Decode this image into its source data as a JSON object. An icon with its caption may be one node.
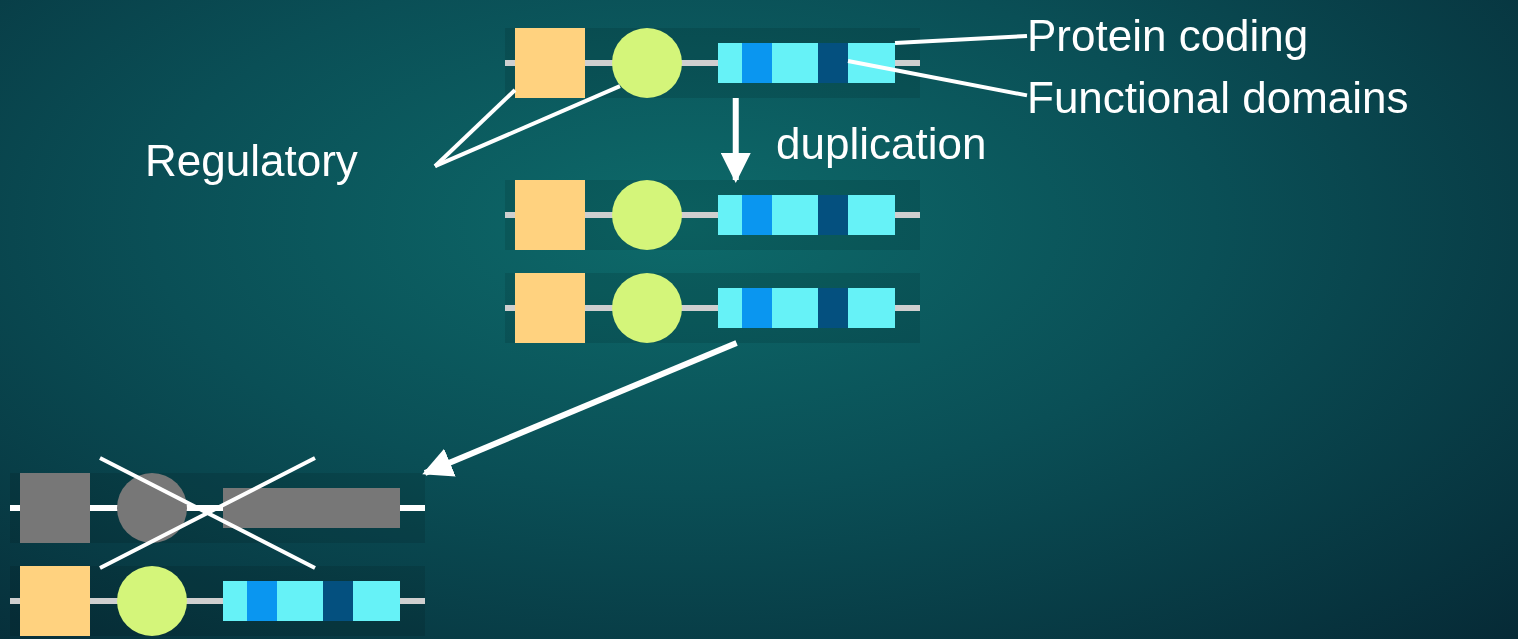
{
  "diagram": {
    "nodes": [
      {
        "text": [
          "Protein coding"
        ]
      },
      {
        "text": [
          "Functional domains"
        ]
      },
      {
        "text": [
          "Regulatory"
        ]
      },
      {
        "text": [],
        "shape": "bar"
      },
      {
        "text": [],
        "shape": "box",
        "in": 3
      },
      {
        "text": [],
        "shape": "circle",
        "in": 3
      },
      {
        "text": [],
        "shape": "bar",
        "in": 3
      },
      {
        "text": [],
        "shape": "box",
        "in": 6
      },
      {
        "text": [],
        "shape": "bar"
      },
      {
        "text": [],
        "shape": "bar"
      },
      {
        "text": [],
        "shape": "bar"
      },
      {
        "text": [],
        "shape": "bar"
      }
    ],
    "edges": [
      {
        "from": 0,
        "to": 6,
        "arrow": "none"
      },
      {
        "from": 1,
        "to": 7,
        "arrow": "none"
      },
      {
        "from": 2,
        "to": 4,
        "arrow": "none"
      },
      {
        "from": 2,
        "to": 5,
        "arrow": "none"
      },
      {
        "from": 3,
        "to": 8,
        "arrow": "to",
        "label": "duplication"
      },
      {
        "from": 9,
        "to": 10,
        "arrow": "to"
      }
    ]
  }
}
